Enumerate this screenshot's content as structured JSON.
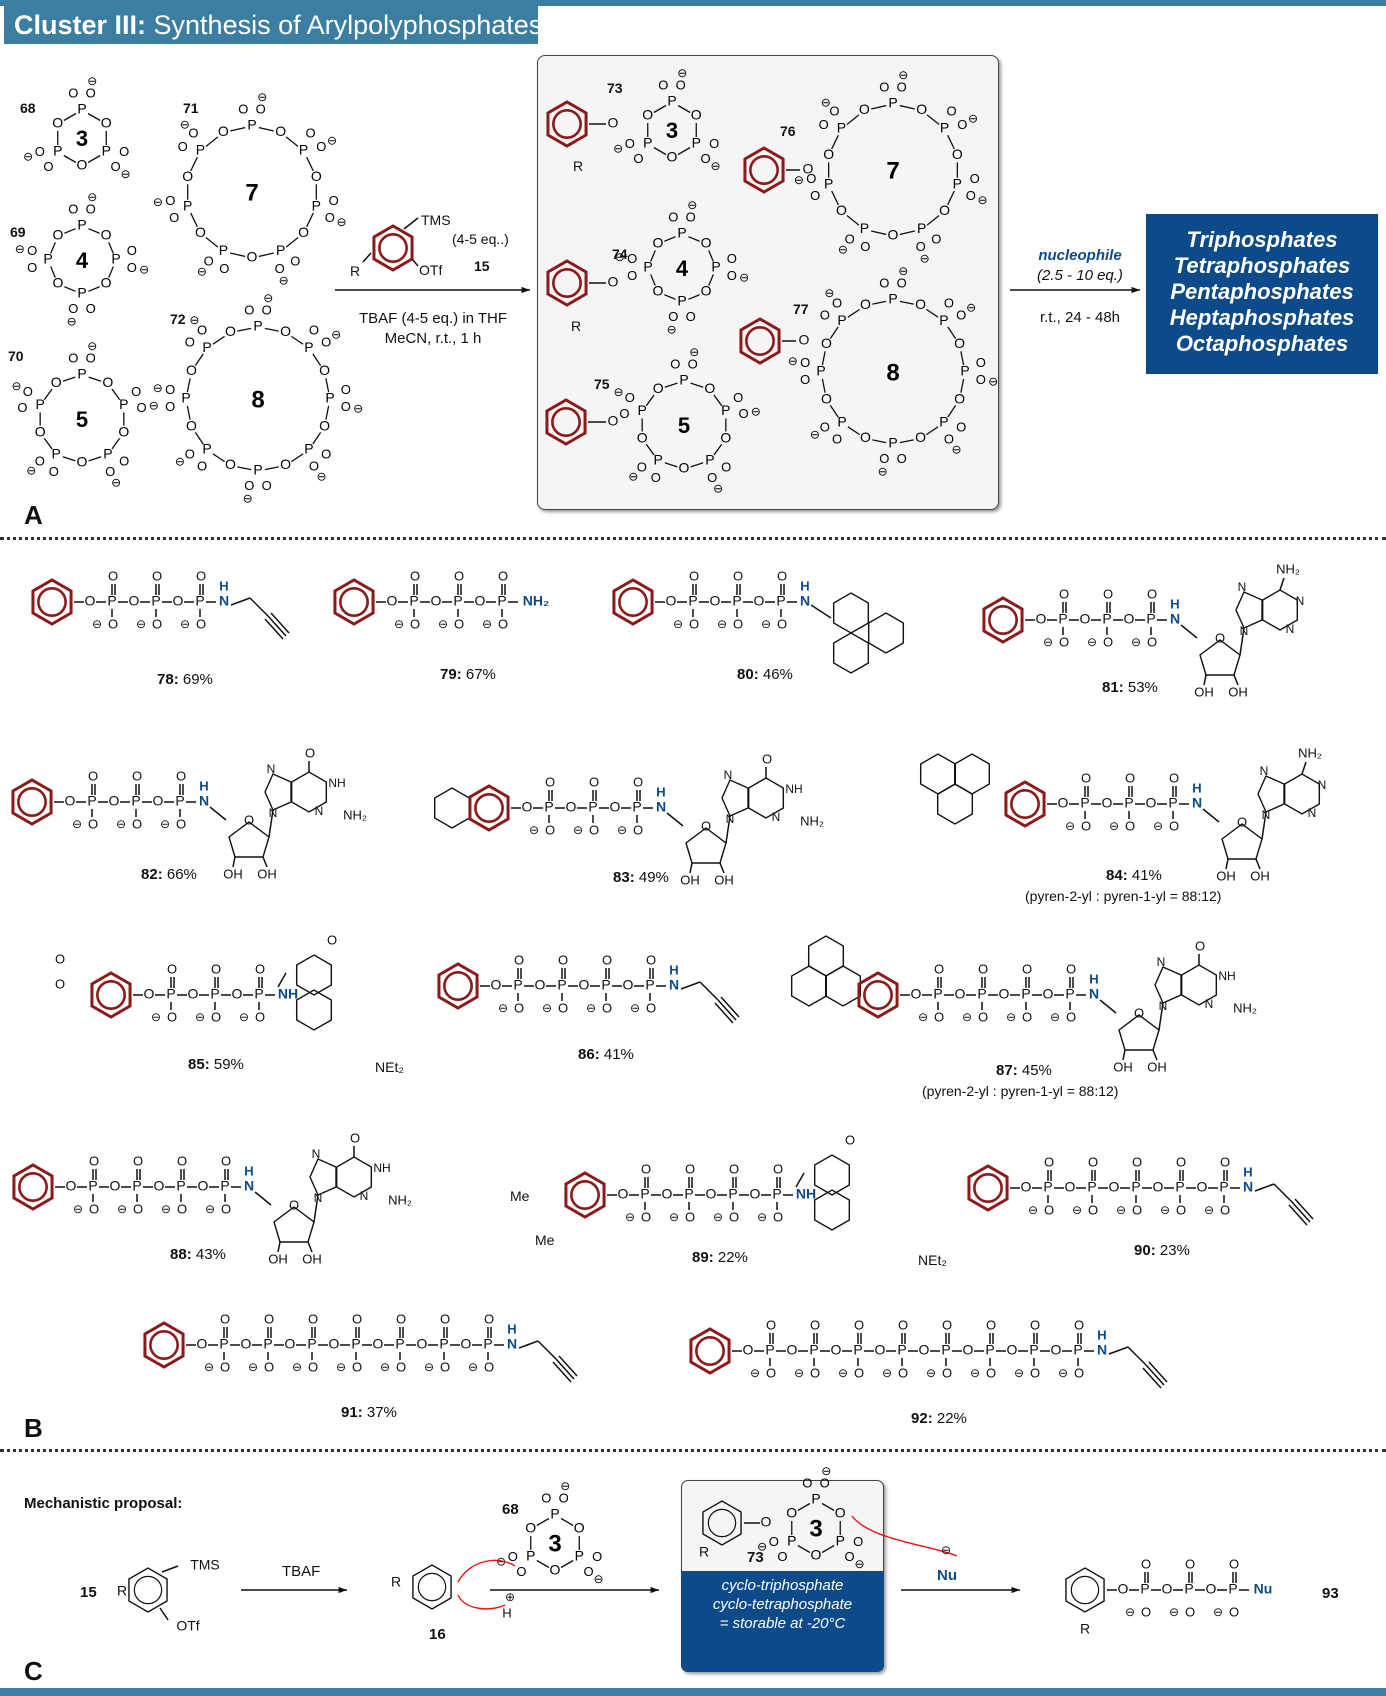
{
  "title": {
    "bold": "Cluster III:",
    "rest": " Synthesis of Arylpolyphosphates"
  },
  "panels": {
    "a": "A",
    "b": "B",
    "c": "C"
  },
  "reagents": {
    "cyclic": [
      {
        "id": "68",
        "ring": "3"
      },
      {
        "id": "69",
        "ring": "4"
      },
      {
        "id": "70",
        "ring": "5"
      },
      {
        "id": "71",
        "ring": "7"
      },
      {
        "id": "72",
        "ring": "8"
      }
    ],
    "aryne": {
      "tms": "TMS",
      "otf": "OTf",
      "r": "R",
      "eq": "(4-5 eq..)",
      "id": "15"
    },
    "condition1": "TBAF (4-5 eq.) in THF",
    "condition2": "MeCN, r.t., 1 h"
  },
  "intermediates": [
    {
      "id": "73",
      "ring": "3",
      "r": "R"
    },
    {
      "id": "74",
      "ring": "4",
      "r": "R"
    },
    {
      "id": "75",
      "ring": "5"
    },
    {
      "id": "76",
      "ring": "7"
    },
    {
      "id": "77",
      "ring": "8"
    }
  ],
  "step2": {
    "reagent": "nucleophile",
    "eq": "(2.5 - 10 eq.)",
    "cond": "r.t., 24 - 48h"
  },
  "product_classes": [
    "Triphosphates",
    "Tetraphosphates",
    "Pentaphosphates",
    "Heptaphosphates",
    "Octaphosphates"
  ],
  "atoms": {
    "p": "P",
    "o": "O",
    "nh": "NH",
    "n": "N",
    "h": "H",
    "nh2": "NH₂",
    "oh": "OH",
    "minus": "⊖"
  },
  "products": [
    {
      "id": "78",
      "yield": "69%"
    },
    {
      "id": "79",
      "yield": "67%"
    },
    {
      "id": "80",
      "yield": "46%"
    },
    {
      "id": "81",
      "yield": "53%"
    },
    {
      "id": "82",
      "yield": "66%"
    },
    {
      "id": "83",
      "yield": "49%"
    },
    {
      "id": "84",
      "yield": "41%",
      "note": "(pyren-2-yl : pyren-1-yl = 88:12)"
    },
    {
      "id": "85",
      "yield": "59%",
      "extra": "NEt₂"
    },
    {
      "id": "86",
      "yield": "41%"
    },
    {
      "id": "87",
      "yield": "45%",
      "note": "(pyren-2-yl : pyren-1-yl = 88:12)"
    },
    {
      "id": "88",
      "yield": "43%"
    },
    {
      "id": "89",
      "yield": "22%",
      "extra": "NEt₂",
      "me": "Me"
    },
    {
      "id": "90",
      "yield": "23%"
    },
    {
      "id": "91",
      "yield": "37%"
    },
    {
      "id": "92",
      "yield": "22%"
    }
  ],
  "mechanism": {
    "heading": "Mechanistic proposal:",
    "start_id": "15",
    "tbaf": "TBAF",
    "aryne_id": "16",
    "reagent_id": "68",
    "intermediate_id": "73",
    "nu": "Nu",
    "product_id": "93",
    "note": [
      "cyclo-triphosphate",
      "cyclo-tetraphosphate",
      "= storable at -20°C"
    ]
  },
  "colors": {
    "accent": "#3b7ea1",
    "dark_blue": "#0d4a8a",
    "arene": "#8b1a1a",
    "amine": "#0d4a8a"
  }
}
